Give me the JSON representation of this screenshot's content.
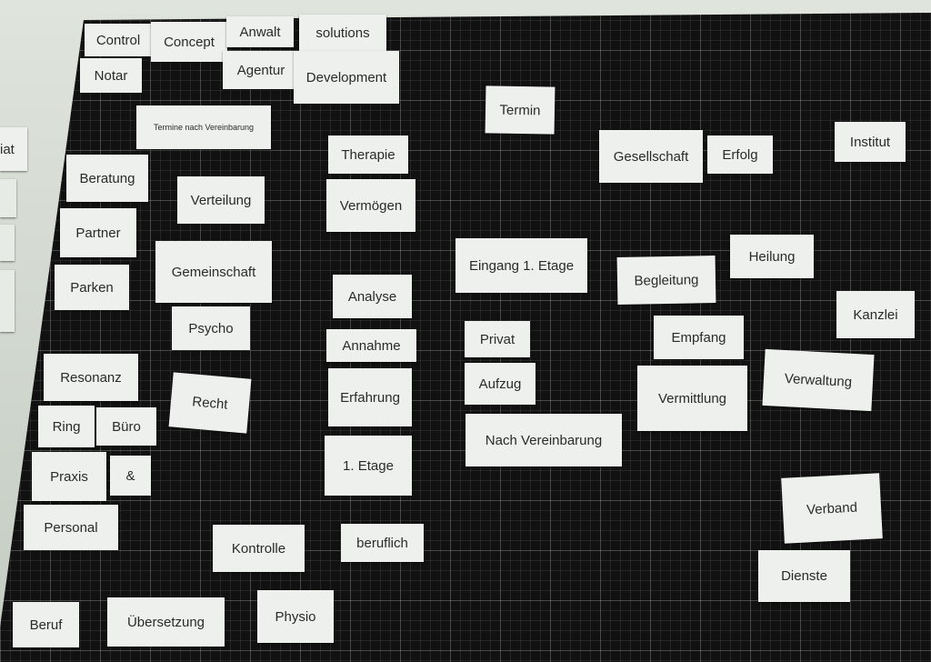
{
  "cards": [
    "Control",
    "Concept",
    "Anwalt",
    "solutions",
    "Notar",
    "Agentur",
    "Development",
    "Termine nach Vereinbarung",
    "Termin",
    "Therapie",
    "Gesellschaft",
    "Erfolg",
    "Institut",
    "iat",
    "Beratung",
    "Verteilung",
    "Vermögen",
    "Partner",
    "Gemeinschaft",
    "Eingang 1. Etage",
    "Heilung",
    "Begleitung",
    "Parken",
    "Analyse",
    "Kanzlei",
    "Psycho",
    "Annahme",
    "Privat",
    "Empfang",
    "Resonanz",
    "Verwaltung",
    "Aufzug",
    "Erfahrung",
    "Vermittlung",
    "Recht",
    "Ring",
    "Büro",
    "Nach Vereinbarung",
    "Praxis",
    "&",
    "1. Etage",
    "Verband",
    "Personal",
    "Kontrolle",
    "beruflich",
    "Dienste",
    "Physio",
    "Beruf",
    "Übersetzung"
  ]
}
